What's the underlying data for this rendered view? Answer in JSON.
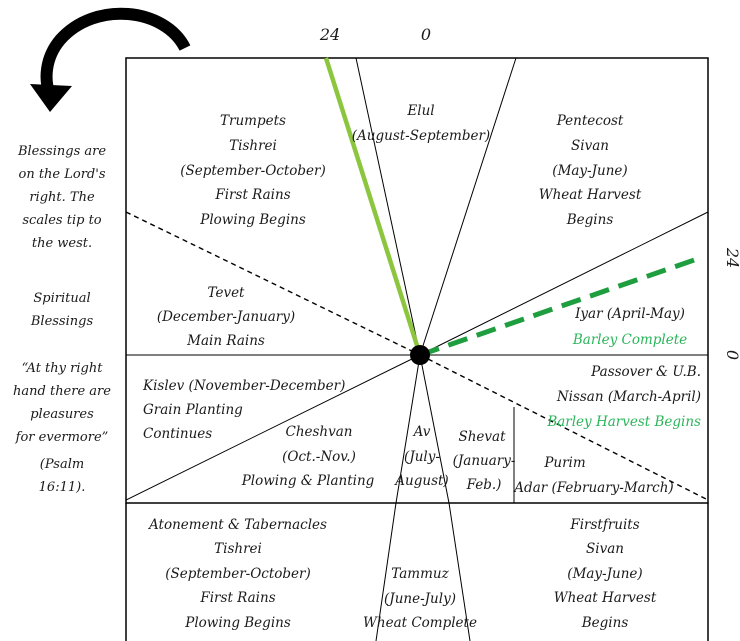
{
  "top_labels": {
    "left": "24",
    "right": "0"
  },
  "right_labels": {
    "upper": "24",
    "lower": "0"
  },
  "sidebar": {
    "line1": "Blessings are",
    "line2": "on the Lord's",
    "line3": "right. The",
    "line4": "scales tip to",
    "line5": "the west.",
    "line6": "Spiritual",
    "line7": "Blessings",
    "line8": "“At thy right",
    "line9": "hand there are",
    "line10": "pleasures",
    "line11": "for evermore”",
    "line12": "(Psalm",
    "line13": "16:11)."
  },
  "regions": {
    "trumpets": {
      "l1": "Trumpets",
      "l2": "Tishrei",
      "l3": "(September-October)",
      "l4": "First Rains",
      "l5": "Plowing Begins"
    },
    "elul": {
      "l1": "Elul",
      "l2": "(August-September)"
    },
    "pentecost": {
      "l1": "Pentecost",
      "l2": "Sivan",
      "l3": "(May-June)",
      "l4": "Wheat Harvest",
      "l5": "Begins"
    },
    "tevet": {
      "l1": "Tevet",
      "l2": "(December-January)",
      "l3": "Main Rains"
    },
    "iyar": {
      "l1": "Iyar (April-May)",
      "l2": "Barley Complete"
    },
    "passover": {
      "l1": "Passover & U.B.",
      "l2": "Nissan (March-April)",
      "l3": "Barley Harvest Begins"
    },
    "kislev": {
      "l1": "Kislev (November-December)",
      "l2": "Grain Planting",
      "l3": "Continues"
    },
    "cheshvan": {
      "l1": "Cheshvan",
      "l2": "(Oct.-Nov.)",
      "l3": "Plowing & Planting"
    },
    "av": {
      "l1": "Av",
      "l2": "(July-",
      "l3": "August)"
    },
    "shevat": {
      "l1": "Shevat",
      "l2": "(January-",
      "l3": "Feb.)"
    },
    "purim": {
      "l1": "Purim",
      "l2": "Adar (February-March)"
    },
    "atonement": {
      "l1": "Atonement & Tabernacles",
      "l2": "Tishrei",
      "l3": "(September-October)",
      "l4": "First Rains",
      "l5": "Plowing Begins"
    },
    "tammuz": {
      "l1": "Tammuz",
      "l2": "(June-July)",
      "l3": "Wheat Complete"
    },
    "firstfruits": {
      "l1": "Firstfruits",
      "l2": "Sivan",
      "l3": "(May-June)",
      "l4": "Wheat Harvest",
      "l5": "Begins"
    }
  },
  "colors": {
    "solid_hand": "#8cc63f",
    "dashed_hand": "#1e9e3e",
    "green_text": "#2bb55a"
  }
}
